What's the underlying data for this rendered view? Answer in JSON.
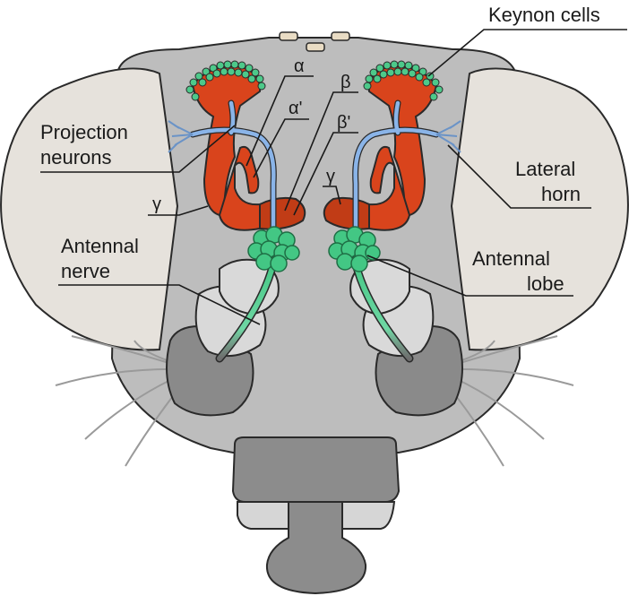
{
  "labels": {
    "keynon_cells": "Keynon cells",
    "alpha": "α",
    "alpha_prime": "α'",
    "beta": "β",
    "beta_prime": "β'",
    "gamma_left": "γ",
    "gamma_right": "γ",
    "projection_neurons_line1": "Projection",
    "projection_neurons_line2": "neurons",
    "lateral_horn_line1": "Lateral",
    "lateral_horn_line2": "horn",
    "antennal_nerve_line1": "Antennal",
    "antennal_nerve_line2": "nerve",
    "antennal_lobe_line1": "Antennal",
    "antennal_lobe_line2": "lobe"
  },
  "colors": {
    "head": "#bdbdbd",
    "eye": "#e6e2dc",
    "mushroom_body": "#d9441c",
    "kenyon_cells": "#4dc98a",
    "projection_neurons": "#8ab4e8",
    "antennal_lobe": "#43c784",
    "antenna_segment": "#d9d9d9",
    "antenna_base": "#8a8a8a",
    "mouthparts": "#8c8c8c"
  }
}
